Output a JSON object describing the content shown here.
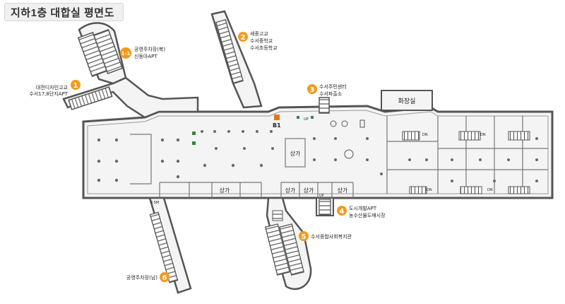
{
  "title": "지하1층 대합실 평면도",
  "colors": {
    "marker": "#f39a1e",
    "wall": "#555555",
    "floor": "#f4f4f4",
    "accent_green": "#2e8b3a"
  },
  "exits": [
    {
      "number": "1",
      "lines": [
        "대전디자인고교",
        "수서17,8단지APT"
      ]
    },
    {
      "number": "1-1",
      "lines": [
        "공영주차장(북)",
        "신동아APT"
      ]
    },
    {
      "number": "2",
      "lines": [
        "세종고교",
        "수서중학교",
        "수서초등학교"
      ]
    },
    {
      "number": "3",
      "lines": [
        "수서주민센터",
        "수서파출소"
      ]
    },
    {
      "number": "4",
      "lines": [
        "도시개발APT",
        "농수산물도매시장"
      ]
    },
    {
      "number": "5",
      "lines": [
        "수서종합사회복지관"
      ]
    },
    {
      "number": "6",
      "lines": [
        "공영주차장(남)"
      ]
    }
  ],
  "rooms": {
    "restroom": "화장실",
    "shop": "상가",
    "floor_marker": "B1",
    "width_label": "4.5M",
    "up": "UP",
    "dn": "DN"
  }
}
